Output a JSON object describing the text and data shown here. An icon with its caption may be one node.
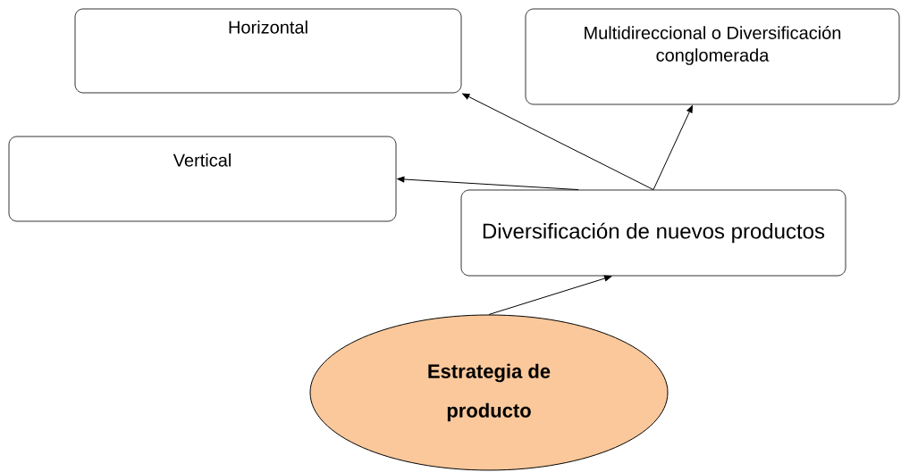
{
  "diagram": {
    "nodes": [
      {
        "text": [
          "Horizontal"
        ]
      },
      {
        "text": [
          "Multidireccional o Diversificación conglomerada"
        ]
      },
      {
        "text": [
          "Vertical"
        ]
      },
      {
        "text": [
          "Diversificación de nuevos productos"
        ]
      },
      {
        "text": [
          "Estrategia de producto"
        ]
      }
    ],
    "edges": [
      {
        "from": 4,
        "to": 3,
        "arrow": "to"
      },
      {
        "from": 3,
        "to": 0,
        "arrow": "to"
      },
      {
        "from": 3,
        "to": 1,
        "arrow": "to"
      },
      {
        "from": 3,
        "to": 2,
        "arrow": "to"
      }
    ]
  }
}
